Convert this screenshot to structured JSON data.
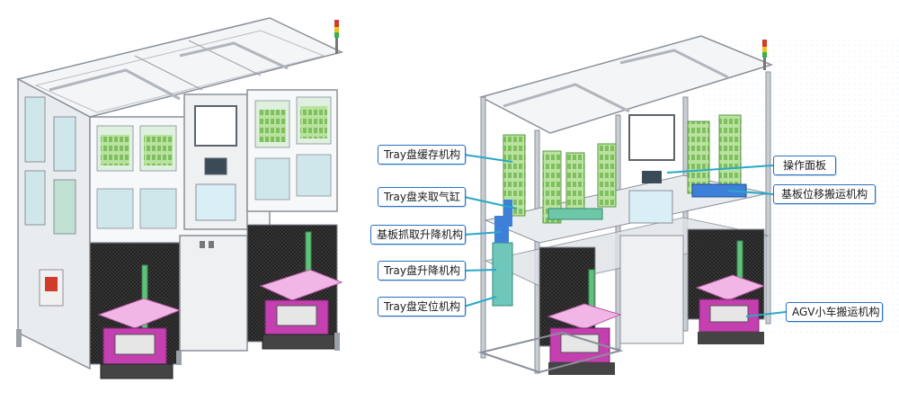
{
  "labels": {
    "tray_buffer": "Tray盘缓存机构",
    "tray_clamp_cylinder": "Tray盘夹取气缸",
    "substrate_lift": "基板抓取升降机构",
    "tray_lift": "Tray盘升降机构",
    "tray_positioning": "Tray盘定位机构",
    "operation_panel": "操作面板",
    "substrate_transfer": "基板位移搬运机构",
    "agv_transport": "AGV小车搬运机构"
  },
  "colors": {
    "frame": "#c9ced4",
    "frame_dark": "#8a9099",
    "panel": "#eef0f2",
    "mesh": "#2b2b2b",
    "green_rack": "#a9d98a",
    "pink_tray": "#f2b6e6",
    "magenta": "#c43fb0",
    "cyan_glass": "#bfe7ec",
    "callout_border": "#2a6fc2",
    "leader": "#2aa8c7",
    "blue_part": "#3d7fd9"
  }
}
